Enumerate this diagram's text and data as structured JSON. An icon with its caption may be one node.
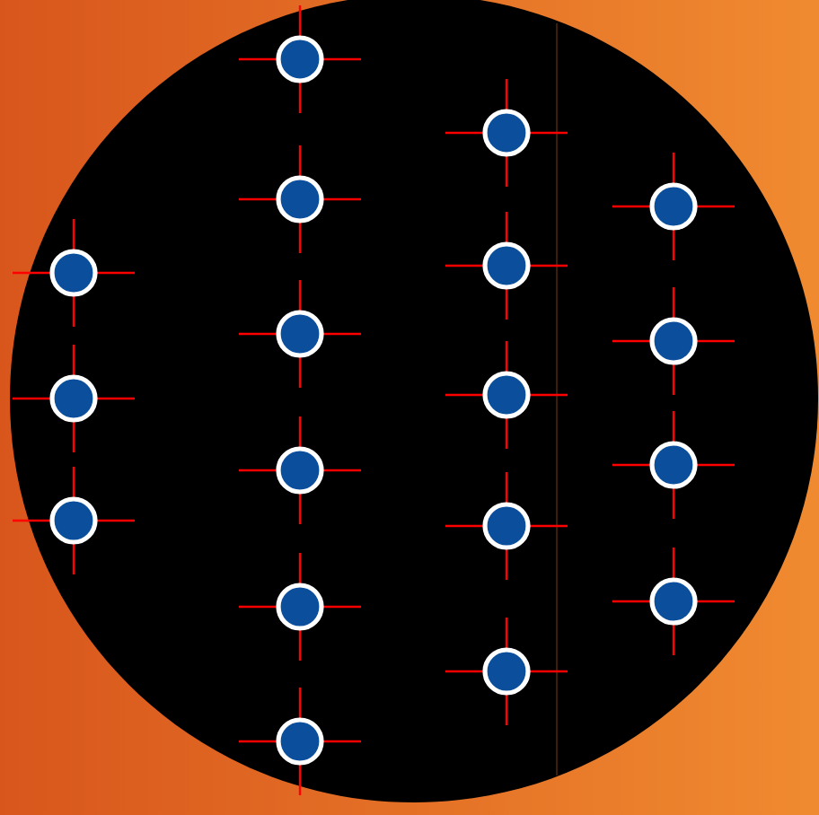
{
  "diagram": {
    "nodes": [
      {
        "text": [],
        "shape": "circle"
      },
      {
        "text": [],
        "shape": "circle"
      },
      {
        "text": [],
        "shape": "circle"
      },
      {
        "text": [],
        "shape": "circle"
      },
      {
        "text": [],
        "shape": "circle"
      },
      {
        "text": [],
        "shape": "circle"
      },
      {
        "text": [],
        "shape": "circle"
      },
      {
        "text": [],
        "shape": "circle"
      },
      {
        "text": [],
        "shape": "circle"
      },
      {
        "text": [],
        "shape": "circle"
      },
      {
        "text": [],
        "shape": "circle"
      },
      {
        "text": [],
        "shape": "circle"
      },
      {
        "text": [],
        "shape": "circle"
      },
      {
        "text": [],
        "shape": "circle"
      },
      {
        "text": [],
        "shape": "circle"
      },
      {
        "text": [],
        "shape": "circle"
      },
      {
        "text": [],
        "shape": "circle"
      },
      {
        "text": [],
        "shape": "circle"
      }
    ]
  }
}
